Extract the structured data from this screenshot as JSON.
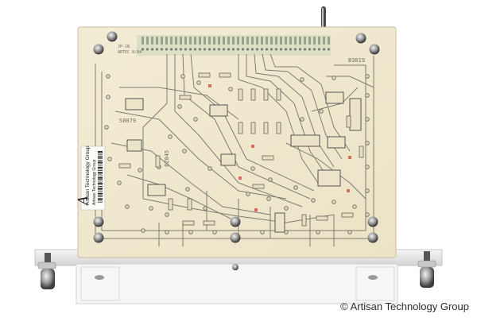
{
  "silkscreen": {
    "part_a": "S0079",
    "part_b": "8Z045",
    "part_c": "B3019",
    "small_left_1": "JP-1B",
    "small_left_2": "ARTEC 8/84"
  },
  "sticker": {
    "line1": "Artisan Technology Group",
    "line2": "Artisan Technology Group",
    "logo_letter": "A"
  },
  "watermark": {
    "symbol": "©",
    "text": "Artisan Technology Group"
  },
  "colors": {
    "board": "#f1ead2",
    "trace": "#6b6b62",
    "bracket": "#e7e7e7",
    "bg": "#ffffff"
  }
}
